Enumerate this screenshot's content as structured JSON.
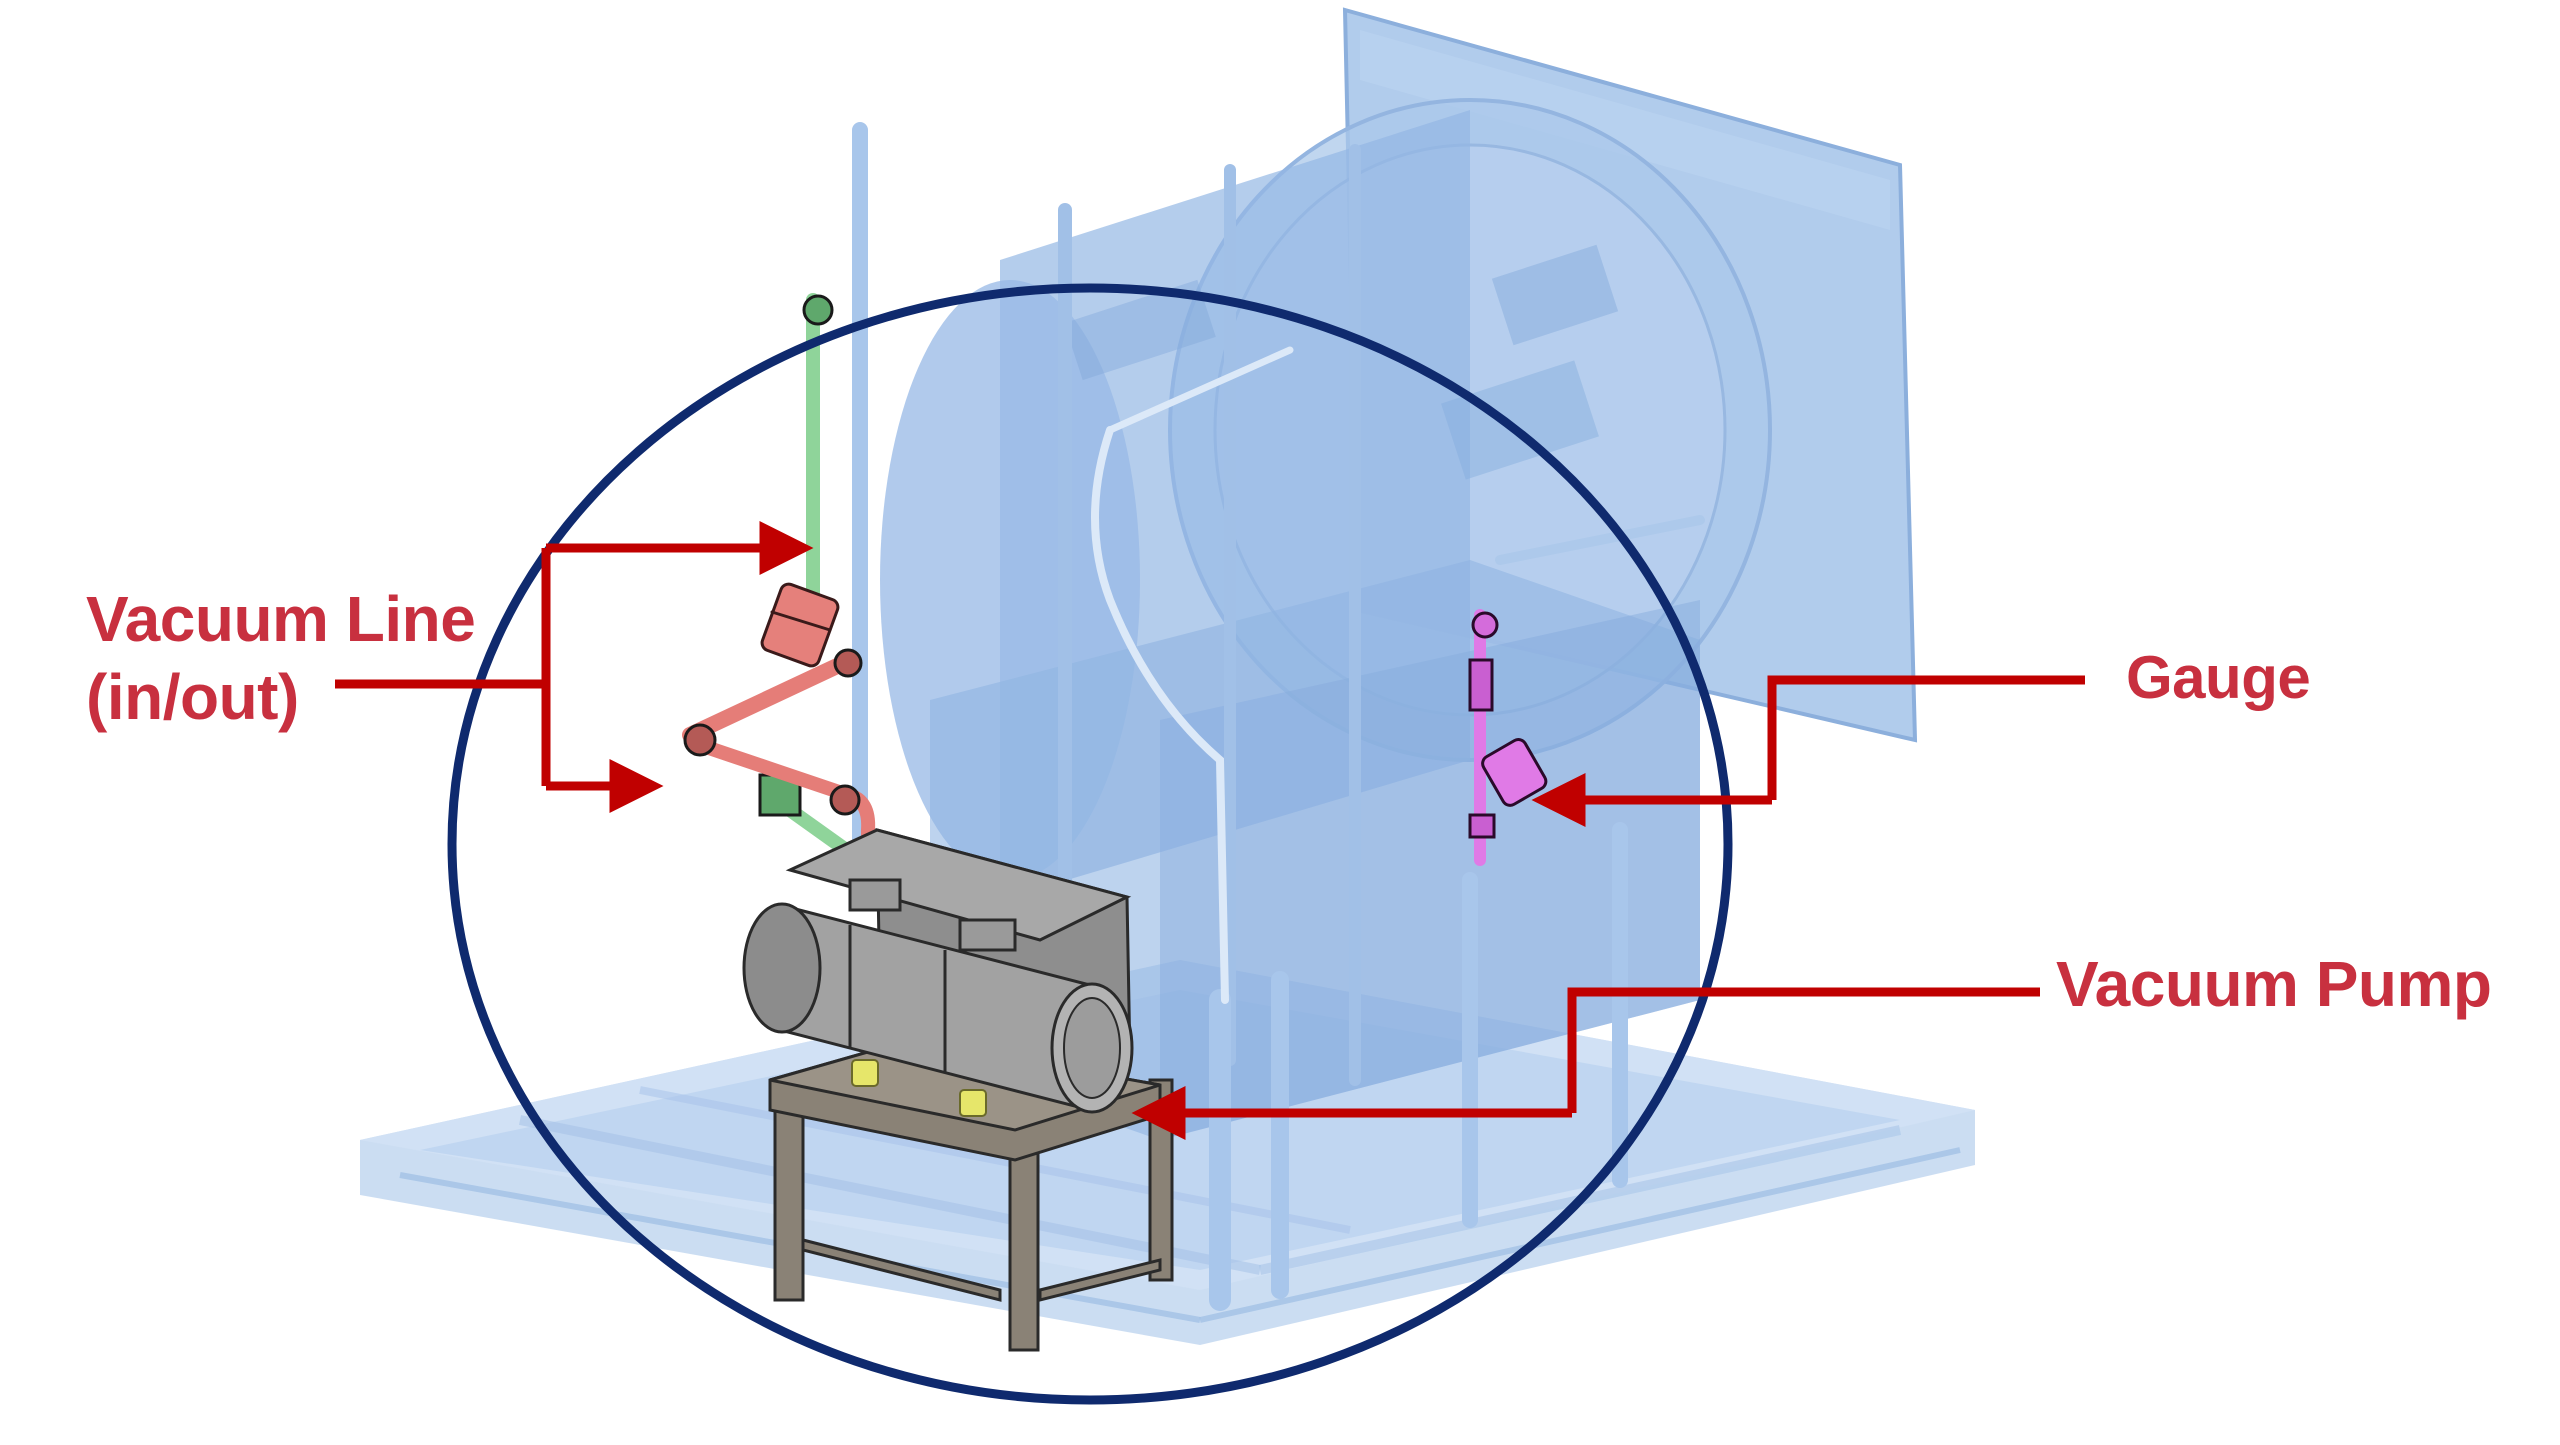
{
  "diagram": {
    "type": "annotated-cad-illustration",
    "subject": "Machine assembly with vacuum system components highlighted",
    "colors": {
      "label_text": "#c8303f",
      "leader_lines": "#c00000",
      "highlight_ellipse": "#0f2a6e",
      "machine_body": "#8fb6e3",
      "vacuum_line_red": "#e57d78",
      "vacuum_line_green": "#8fd49a",
      "gauge_magenta": "#e07ae6",
      "pump_gray": "#9b9b9b",
      "pump_stand": "#8a8276",
      "pump_feet": "#e6e66a"
    },
    "labels": {
      "vacuum_line": {
        "line1": "Vacuum Line",
        "line2": "(in/out)"
      },
      "gauge": "Gauge",
      "vacuum_pump": "Vacuum Pump"
    },
    "callouts": [
      {
        "label": "Vacuum Line (in/out)",
        "targets": [
          "green vacuum line",
          "red vacuum line"
        ],
        "arrow_count": 2
      },
      {
        "label": "Gauge",
        "targets": [
          "magenta gauge assembly"
        ],
        "arrow_count": 1
      },
      {
        "label": "Vacuum Pump",
        "targets": [
          "gray pump on stand"
        ],
        "arrow_count": 1
      }
    ]
  }
}
